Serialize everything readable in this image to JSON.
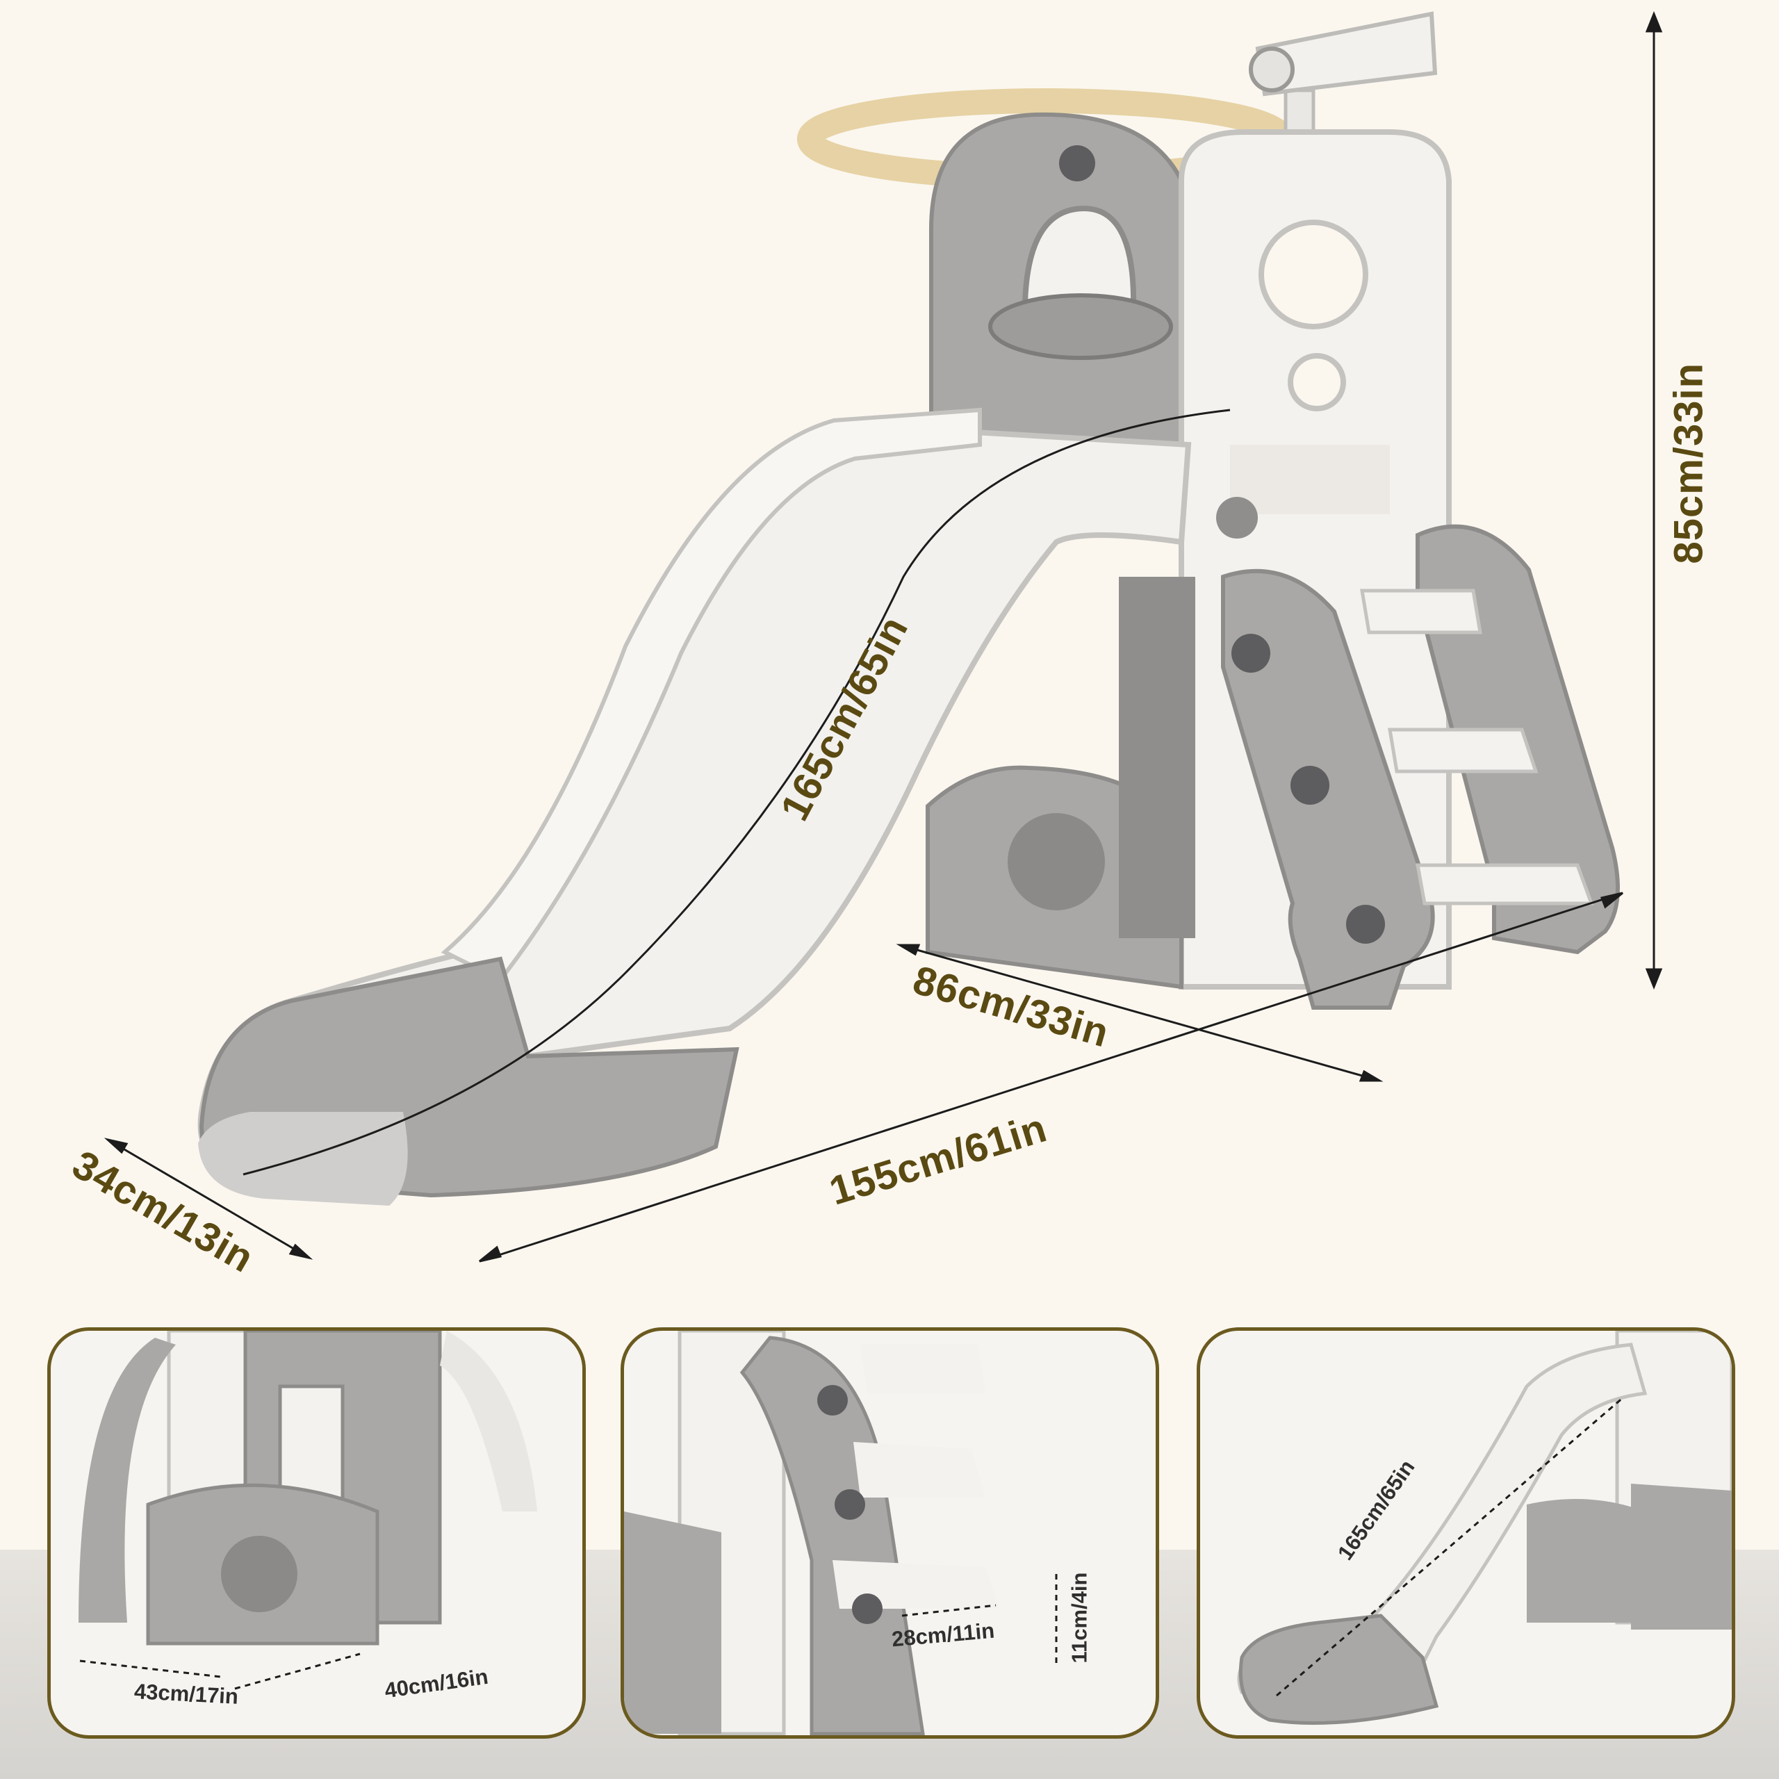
{
  "colors": {
    "label": "#5a4a12",
    "gray": "#a9a8a6",
    "white": "#f3f2ef",
    "frame": "#6b5a1f",
    "bolt": "#5d5d5f"
  },
  "main": {
    "height_label": "85cm/33in",
    "slide_length_label": "165cm/65in",
    "depth_label": "86cm/33in",
    "length_label": "155cm/61in",
    "width_label": "34cm/13in"
  },
  "panels": [
    {
      "labels": [
        "43cm/17in",
        "40cm/16in"
      ]
    },
    {
      "labels": [
        "28cm/11in",
        "11cm/4in"
      ]
    },
    {
      "labels": [
        "165cm/65in"
      ]
    }
  ]
}
